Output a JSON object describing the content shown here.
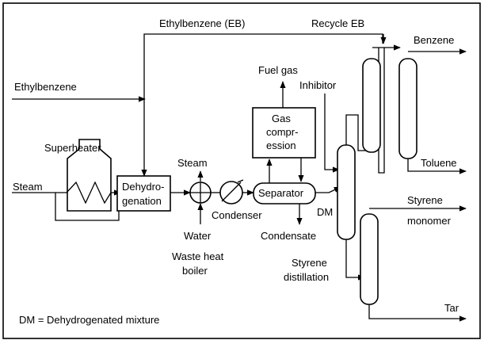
{
  "labels": {
    "eb_line": "Ethylbenzene (EB)",
    "recycle_eb": "Recycle EB",
    "benzene": "Benzene",
    "ethylbenzene_feed": "Ethylbenzene",
    "fuel_gas": "Fuel gas",
    "inhibitor": "Inhibitor",
    "superheater": "Superheater",
    "steam_in": "Steam",
    "steam_out": "Steam",
    "toluene": "Toluene",
    "styrene_monomer_1": "Styrene",
    "styrene_monomer_2": "monomer",
    "condenser": "Condenser",
    "dm": "DM",
    "water": "Water",
    "condensate": "Condensate",
    "waste_heat_1": "Waste heat",
    "waste_heat_2": "boiler",
    "styrene_distillation_1": "Styrene",
    "styrene_distillation_2": "distillation",
    "tar": "Tar",
    "footnote": "DM = Dehydrogenated mixture"
  },
  "boxes": {
    "dehydrogenation_1": "Dehydro-",
    "dehydrogenation_2": "genation",
    "gas_compression_1": "Gas",
    "gas_compression_2": "compr-",
    "gas_compression_3": "ession",
    "separator": "Separator"
  }
}
